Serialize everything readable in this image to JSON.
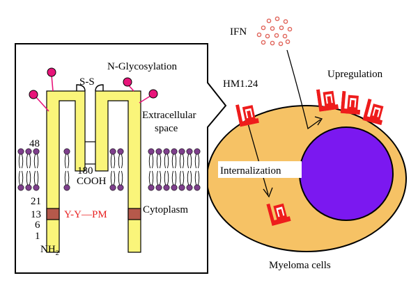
{
  "labels": {
    "ifn": "IFN",
    "n_glycosylation": "N-Glycosylation",
    "s_s": "S-S",
    "extracellular_1": "Extracellular",
    "extracellular_2": "space",
    "hm124": "HM1.24",
    "upregulation": "Upregulation",
    "internalization": "Internalization",
    "myeloma_cells": "Myeloma cells",
    "cytoplasm": "Cytoplasm",
    "cooh": "COOH",
    "nh2_main": "NH",
    "nh2_sub": "2",
    "motif": "Y-Y—PM"
  },
  "residue_numbers": {
    "n48": "48",
    "n180": "180",
    "n21": "21",
    "n13": "13",
    "n6": "6",
    "n1": "1"
  },
  "colors": {
    "cell": "#F6C265",
    "nucleus": "#7B18F0",
    "receptor": "#EE1C1C",
    "protein": "#FAF57A",
    "membrane_heads": "#7E3F8C",
    "glycan": "#E8157A",
    "band": "#B5594B",
    "ifn_dots": "#E0645A",
    "motif_text": "#E82020"
  }
}
